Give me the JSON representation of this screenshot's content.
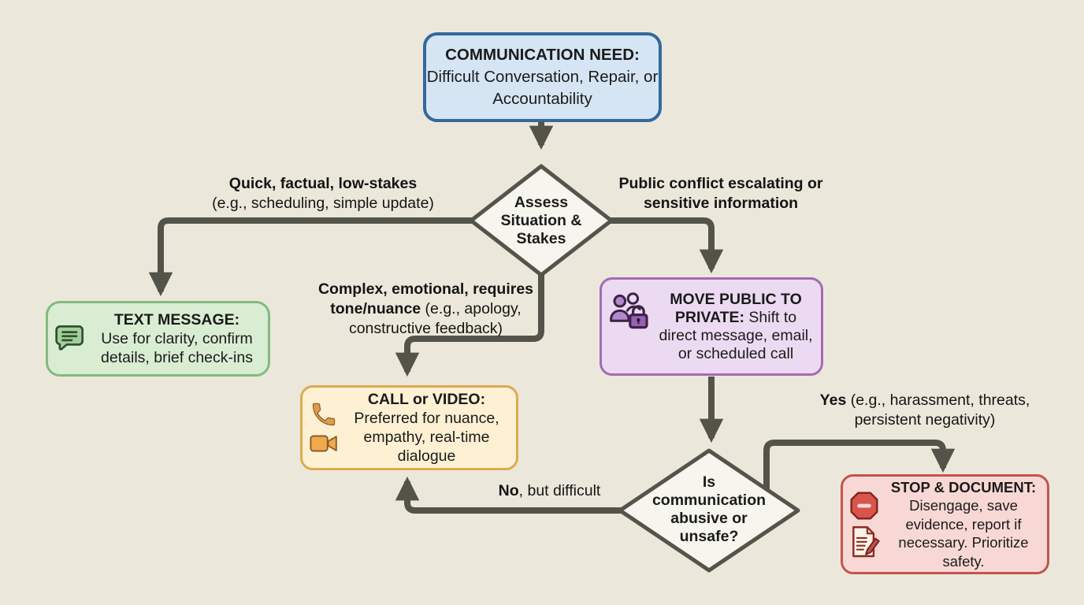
{
  "colors": {
    "background": "#ebe8db",
    "connector": "#54534a",
    "start_fill": "#d5e5f4",
    "start_border": "#34689e",
    "decision_fill": "#f6f5ee",
    "decision_border": "#55544b",
    "text_message_fill": "#d9edd3",
    "text_message_border": "#83ba7e",
    "call_video_fill": "#fdf0d3",
    "call_video_border": "#ddaa52",
    "move_private_fill": "#ecdaf2",
    "move_private_border": "#a46ab6",
    "stop_fill": "#f8d8d4",
    "stop_border": "#c2544e"
  },
  "nodes": {
    "start": {
      "title": "COMMUNICATION NEED:",
      "body": "Difficult Conversation, Repair, or Accountability"
    },
    "assess": {
      "label": "Assess Situation & Stakes"
    },
    "text_message": {
      "title": "TEXT MESSAGE:",
      "body": "Use for clarity, confirm details, brief check-ins",
      "icon": "chat-bubble"
    },
    "call_video": {
      "title": "CALL or VIDEO:",
      "body": "Preferred for nuance, empathy, real-time dialogue",
      "icons": "phone, video-camera"
    },
    "move_private": {
      "title": "MOVE PUBLIC TO PRIVATE:",
      "body": " Shift to direct message, email, or scheduled call",
      "icon": "people-lock"
    },
    "unsafe_check": {
      "label": "Is communication abusive or unsafe?"
    },
    "stop_document": {
      "title": "STOP & DOCUMENT:",
      "body": "Disengage, save evidence, report if necessary. Prioritize safety.",
      "icons": "stop-sign, document-pencil"
    }
  },
  "edge_labels": {
    "quick": {
      "bold": "Quick, factual, low-stakes",
      "rest": "(e.g., scheduling, simple update)"
    },
    "public": {
      "bold": "Public conflict escalating or sensitive information"
    },
    "complex": {
      "bold": "Complex, emotional, requires tone/nuance",
      "rest": " (e.g., apology, constructive feedback)"
    },
    "yes": {
      "bold": "Yes",
      "rest": " (e.g., harassment, threats, persistent negativity)"
    },
    "no": {
      "bold": "No",
      "rest": ", but difficult"
    }
  }
}
